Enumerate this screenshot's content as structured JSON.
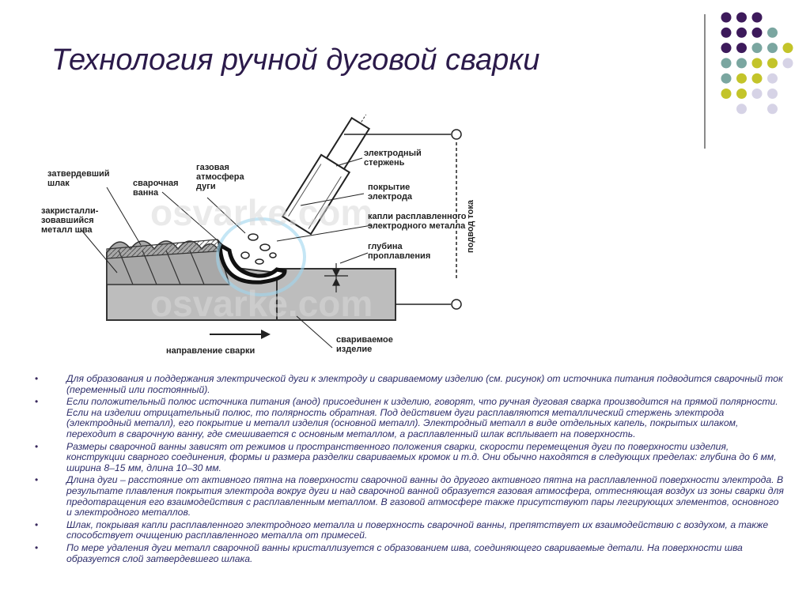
{
  "title": "Технология ручной дуговой сварки",
  "diagram": {
    "labels": {
      "slag": "затвердевший\nшлак",
      "weld_pool": "сварочная\nванна",
      "gas": "газовая\nатмосфера\nдуги",
      "crystallized": "закристалли-\nзовавшийся\nметалл шва",
      "electrode_rod": "электродный\nстержень",
      "coating": "покрытие\nэлектрода",
      "droplets": "капли расплавленного\nэлектродного металла",
      "penetration": "глубина\nпроплавления",
      "workpiece": "свариваемое\nизделие",
      "direction": "направление сварки",
      "current": "подвод тока"
    },
    "watermark": "osvarke.com"
  },
  "bullets": [
    "Для образования и поддержания электрической дуги к электроду и свариваемому изделию (см. рисунок) от источника питания подводится сварочный ток (переменный или постоянный).",
    "Если положительный полюс источника питания (анод) присоединен к изделию, говорят, что ручная дуговая сварка производится на прямой полярности. Если на изделии отрицательный полюс, то полярность обратная. Под действием дуги расплавляются металлический стержень электрода (электродный металл), его покрытие и металл изделия (основной металл). Электродный металл в виде отдельных капель, покрытых шлаком, переходит в сварочную ванну, где смешивается с основным металлом, а расплавленный шлак всплывает на поверхность.",
    "Размеры сварочной ванны зависят от режимов и пространственного положения сварки, скорости перемещения дуги по поверхности изделия, конструкции сварного соединения, формы и размера разделки свариваемых кромок и т.д. Они обычно находятся в следующих пределах: глубина до 6 мм, ширина 8–15 мм, длина 10–30 мм.",
    "Длина дуги – расстояние от активного пятна на поверхности сварочной ванны до другого активного пятна на расплавленной поверхности электрода. В результате плавления покрытия электрода вокруг дуги и над сварочной ванной образуется газовая атмосфера, оттесняющая воздух из зоны сварки для предотвращения его взаимодействия с расплавленным металлом. В газовой атмосфере также присутствуют пары легирующих элементов, основного и электродного металлов.",
    "Шлак, покрывая капли расплавленного электродного металла и поверхность сварочной ванны, препятствует их взаимодействию с воздухом, а также способствует очищению расплавленного металла от примесей.",
    "По мере удаления дуги металл сварочной ванны кристаллизуется с образованием шва, соединяющего свариваемые детали. На поверхности шва образуется слой затвердевшего шлака."
  ],
  "colors": {
    "dark_purple": "#3d1a5b",
    "teal": "#7aa6a0",
    "olive": "#c3c42a",
    "lilac": "#d6d3e6"
  }
}
